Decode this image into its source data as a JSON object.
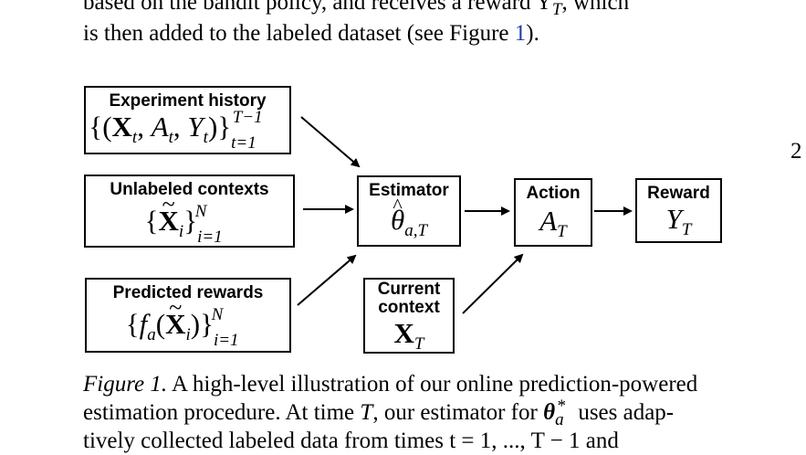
{
  "intro_text": {
    "line1": "based on the bandit policy, and receives a reward Y",
    "line1_sub": "T",
    "line1_end": ", which",
    "line2_start": "is then added to the labeled dataset (see Figure ",
    "line2_ref": "1",
    "line2_end": ")."
  },
  "page_number": "2",
  "diagram": {
    "experiment_history": {
      "label": "Experiment history",
      "math": "{(X_t, A_t, Y_t)}_{t=1}^{T−1}"
    },
    "unlabeled_contexts": {
      "label": "Unlabeled contexts",
      "math": "{X̃_i}_{i=1}^{N}"
    },
    "predicted_rewards": {
      "label": "Predicted rewards",
      "math": "{f_a(X̃_i)}_{i=1}^{N}"
    },
    "estimator": {
      "label": "Estimator",
      "math": "θ̂_{a,T}"
    },
    "current_context": {
      "label_line1": "Current",
      "label_line2": "context",
      "math": "X_T"
    },
    "action": {
      "label": "Action",
      "math": "A_T"
    },
    "reward": {
      "label": "Reward",
      "math": "Y_T"
    }
  },
  "caption": {
    "figure_label": "Figure 1.",
    "line1": "A high-level illustration of our online prediction-powered",
    "line2_a": "estimation procedure. At time ",
    "line2_T": "T",
    "line2_b": ", our estimator for ",
    "line2_theta": "θ",
    "line2_c": " uses adap-",
    "line3": "tively collected labeled data from times t = 1, ..., T − 1 and"
  }
}
